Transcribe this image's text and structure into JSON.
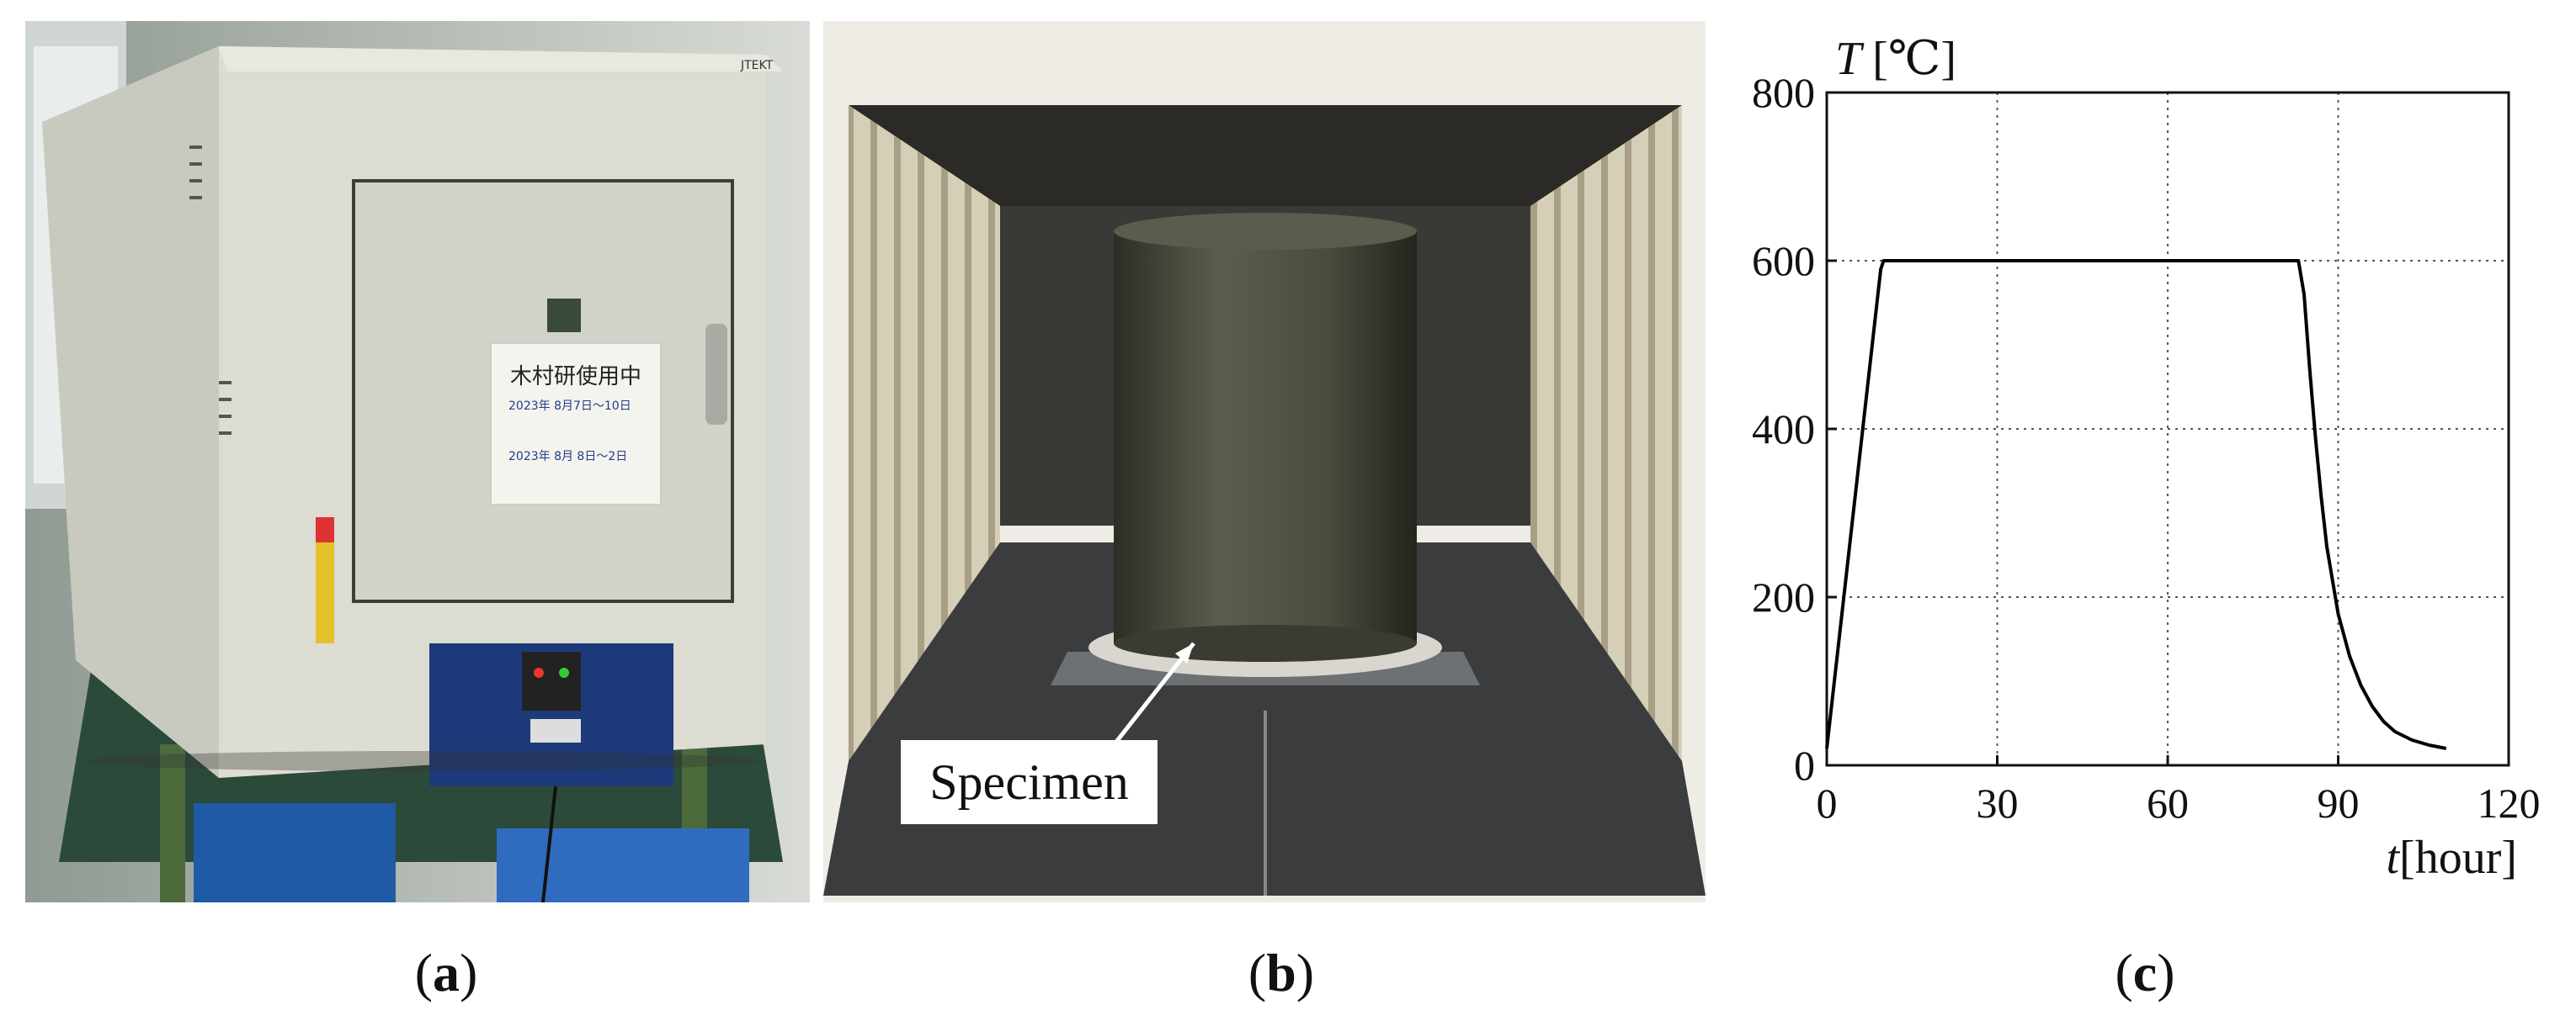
{
  "panels": {
    "a": {
      "caption_open": "(",
      "caption_letter": "a",
      "caption_close": ")"
    },
    "b": {
      "caption_open": "(",
      "caption_letter": "b",
      "caption_close": ")",
      "specimen_label": "Specimen"
    },
    "c": {
      "caption_open": "(",
      "caption_letter": "c",
      "caption_close": ")"
    }
  },
  "photo_a": {
    "brand": "JTEKT",
    "note_title": "木村研使用中",
    "note_lines": [
      "2023年 8月7日〜10日",
      "2023年 8月 8日〜2日"
    ]
  },
  "chart_data": {
    "type": "line",
    "ylabel_symbol": "T",
    "ylabel_unit": "[℃]",
    "xlabel_symbol": "t",
    "xlabel_unit": "[hour]",
    "xlim": [
      0,
      120
    ],
    "ylim": [
      0,
      800
    ],
    "xticks": [
      0,
      30,
      60,
      90,
      120
    ],
    "yticks": [
      0,
      200,
      400,
      600,
      800
    ],
    "grid": true,
    "series": [
      {
        "color": "#000000",
        "x": [
          0,
          2,
          4,
          6,
          8,
          9.5,
          10,
          11,
          20,
          40,
          60,
          80,
          83,
          84,
          85,
          86,
          87,
          88,
          90,
          92,
          94,
          96,
          98,
          100,
          103,
          106,
          109
        ],
        "y": [
          20,
          140,
          260,
          380,
          500,
          590,
          600,
          600,
          600,
          600,
          600,
          600,
          600,
          560,
          470,
          390,
          320,
          260,
          180,
          130,
          95,
          70,
          52,
          40,
          30,
          24,
          20
        ]
      }
    ]
  }
}
